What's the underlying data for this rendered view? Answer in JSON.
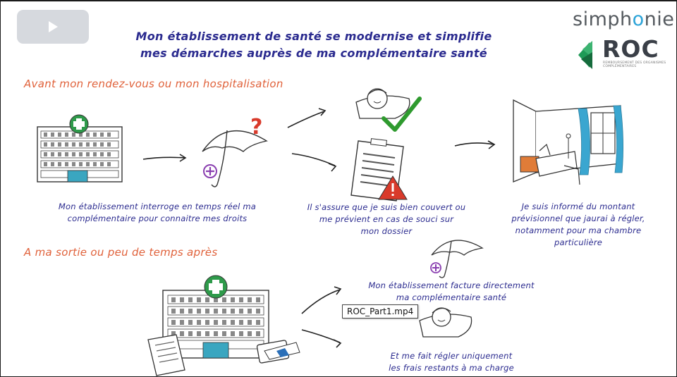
{
  "video": {
    "title_line1": "Mon établissement de santé se modernise et simplifie",
    "title_line2": "mes démarches auprès de ma complémentaire santé",
    "play_icon": "play-icon",
    "tooltip": "ROC_Part1.mp4"
  },
  "brand": {
    "name_pre": "simph",
    "name_o": "o",
    "name_post": "nie",
    "roc": "ROC",
    "roc_sub": "REMBOURSEMENT DES ORGANISMES COMPLÉMENTAIRES",
    "accent_color": "#2ba3d8",
    "roc_green": "#1e9a56"
  },
  "sections": {
    "before": "Avant mon rendez-vous ou mon hospitalisation",
    "after": "A ma sortie ou peu de temps après"
  },
  "captions": {
    "c1_line1": "Mon établissement interroge en temps réel ma",
    "c1_line2": "complémentaire pour connaitre mes droits",
    "c2_line1": "Il s'assure que je suis bien couvert ou",
    "c2_line2": "me prévient en cas de souci sur",
    "c2_line3": "mon dossier",
    "c3_line1": "Je suis informé du montant",
    "c3_line2": "prévisionnel que jaurai à régler,",
    "c3_line3": "notamment pour ma chambre",
    "c3_line4": "particulière",
    "c4_line1": "Mon établissement facture directement",
    "c4_line2": "ma complémentaire santé",
    "c5_line1": "Et me fait régler uniquement",
    "c5_line2": "les frais restants à ma charge"
  },
  "colors": {
    "title_blue": "#2b2b8f",
    "section_orange": "#e0613a",
    "cross_green": "#2e9a4a",
    "check_green": "#2e9a2e",
    "warning_red": "#d93a2b",
    "question_red": "#d93a2b",
    "curtain_blue": "#3aa6d0",
    "purple_plus": "#8a3fb0"
  }
}
